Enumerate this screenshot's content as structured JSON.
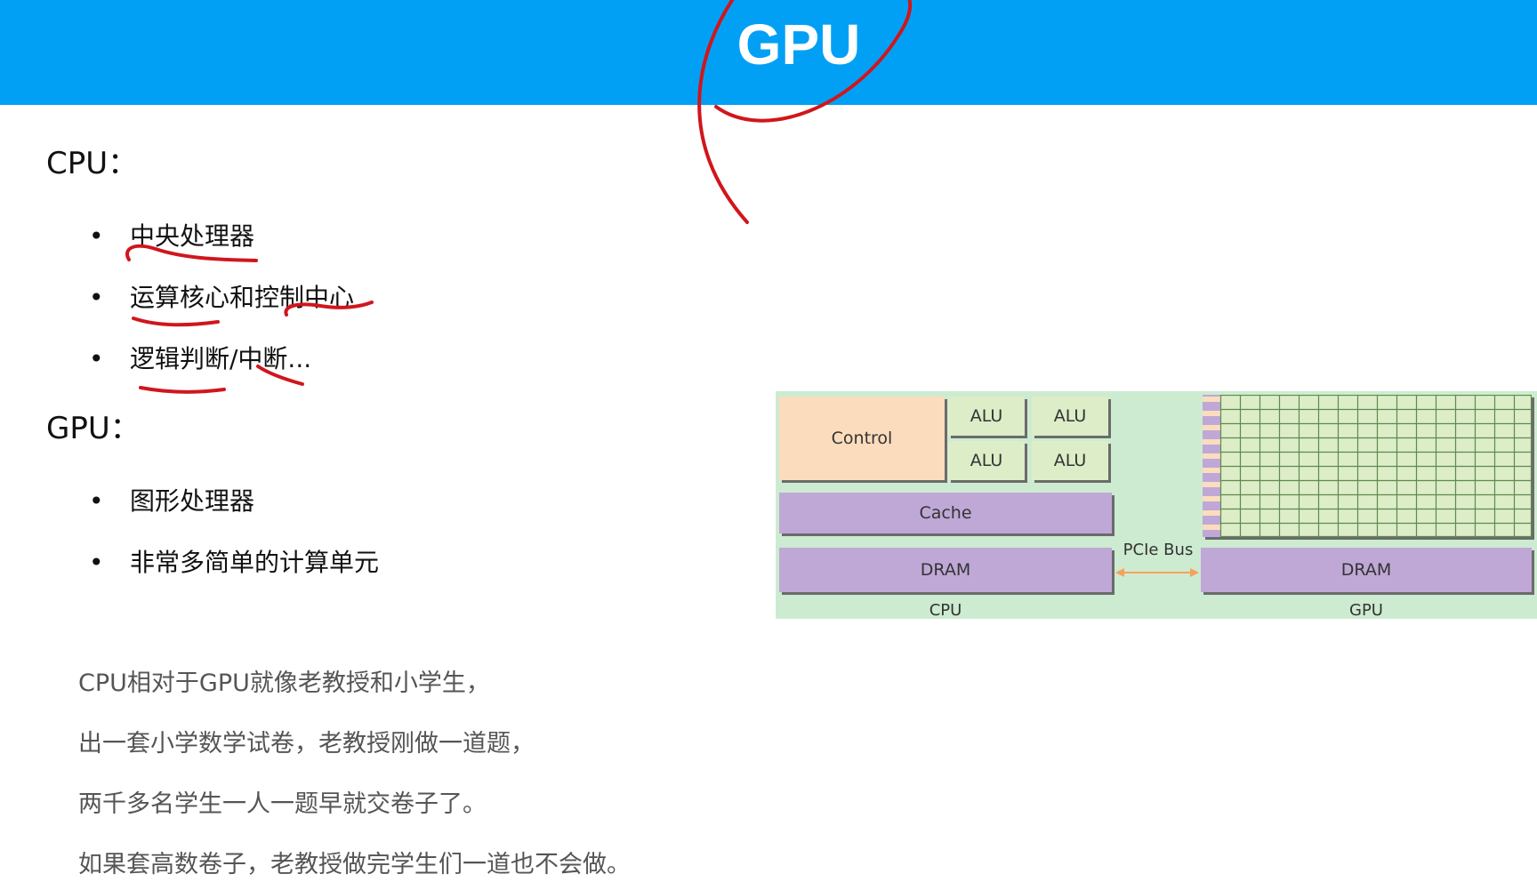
{
  "header": {
    "title": "GPU"
  },
  "cpu_section": {
    "title": "CPU：",
    "items": [
      "中央处理器",
      "运算核心和控制中心",
      "逻辑判断/中断..."
    ]
  },
  "gpu_section": {
    "title": "GPU：",
    "items": [
      "图形处理器",
      "非常多简单的计算单元"
    ]
  },
  "analogy": {
    "lines": [
      "CPU相对于GPU就像老教授和小学生，",
      "出一套小学数学试卷，老教授刚做一道题，",
      "两千多名学生一人一题早就交卷子了。",
      "如果套高数卷子，老教授做完学生们一道也不会做。"
    ]
  },
  "diagram": {
    "control": "Control",
    "alu": [
      "ALU",
      "ALU",
      "ALU",
      "ALU"
    ],
    "cache": "Cache",
    "cpu_dram": "DRAM",
    "gpu_dram": "DRAM",
    "bus": "PCIe Bus",
    "cpu_label": "CPU",
    "gpu_label": "GPU",
    "colors": {
      "background": "#cdebd0",
      "control": "#fbdcbd",
      "alu": "#dcedc8",
      "memory": "#bfa8d6",
      "bus_arrow": "#f5a25d"
    }
  },
  "colors": {
    "header": "#02a0f5",
    "annotation": "#d0161c"
  }
}
